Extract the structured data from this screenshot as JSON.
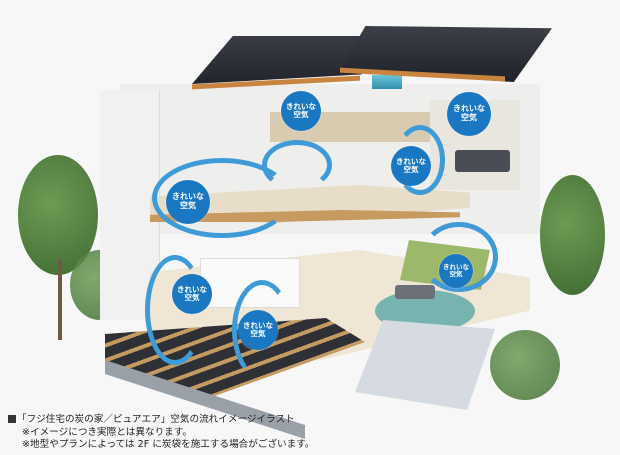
{
  "illustration": {
    "subject": "house cutaway showing clean air flow",
    "accent_color": "#1a78c2",
    "arrow_color": "#3f9ad8"
  },
  "bubbles": [
    {
      "id": "top-left-room",
      "line1": "きれいな",
      "line2": "空気"
    },
    {
      "id": "top-right-bedroom",
      "line1": "きれいな",
      "line2": "空気"
    },
    {
      "id": "upper-middle",
      "line1": "きれいな",
      "line2": "空気"
    },
    {
      "id": "stairwell-left",
      "line1": "きれいな",
      "line2": "空気"
    },
    {
      "id": "kitchen-left",
      "line1": "きれいな",
      "line2": "空気"
    },
    {
      "id": "foundation-center",
      "line1": "きれいな",
      "line2": "空気"
    },
    {
      "id": "japanese-room",
      "line1": "きれいな",
      "line2": "空気"
    }
  ],
  "caption": {
    "title": "「フジ住宅の炭の家／ピュアエア」空気の流れイメージイラスト",
    "note1": "※イメージにつき実際とは異なります。",
    "note2": "※地型やプランによっては 2F に炭袋を施工する場合がございます。"
  }
}
